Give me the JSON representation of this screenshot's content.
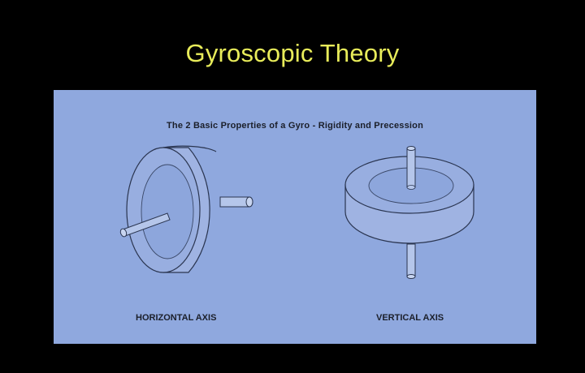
{
  "slide": {
    "title": "Gyroscopic Theory"
  },
  "diagram": {
    "heading": "The 2 Basic Properties of a Gyro  - Rigidity and Precession",
    "horizontal_label": "HORIZONTAL AXIS",
    "vertical_label": "VERTICAL AXIS"
  },
  "colors": {
    "background": "#000000",
    "title": "#e8ec5a",
    "panel": "#8fa8de",
    "outline": "#2a3550"
  }
}
